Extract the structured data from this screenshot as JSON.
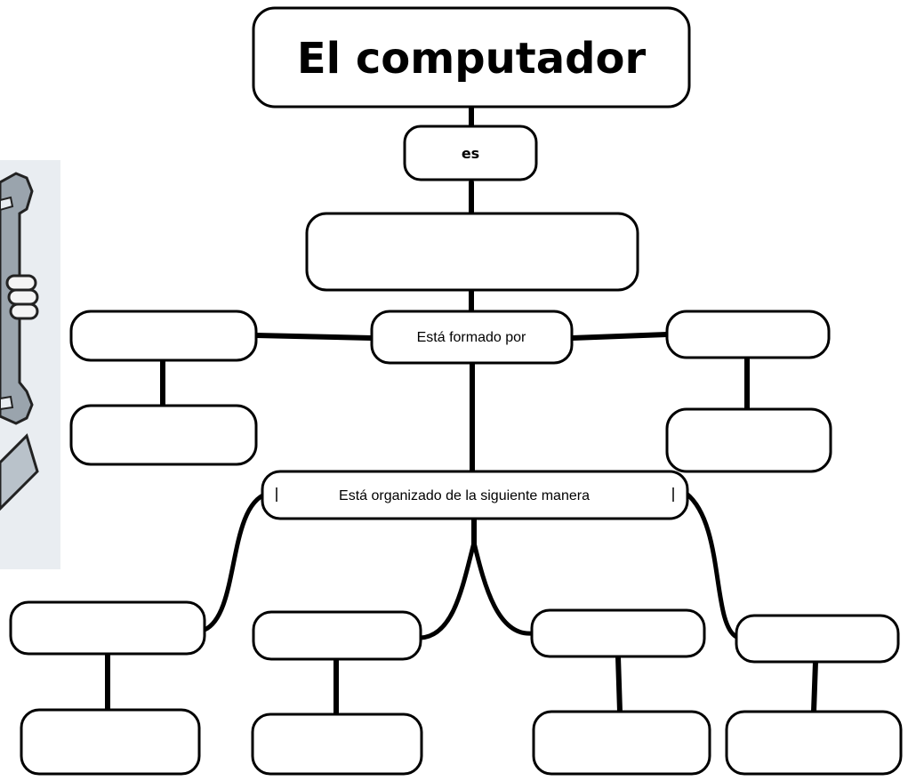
{
  "title": "El computador",
  "connector_es": "es",
  "connector_formado": "Está  formado por",
  "connector_organizado": "Está  organizado de la siguiente manera",
  "clipart": {
    "icon": "wrench-icon",
    "colors": {
      "metal": "#9aa4ad",
      "outline": "#222222",
      "background": "#e9edf1"
    }
  }
}
